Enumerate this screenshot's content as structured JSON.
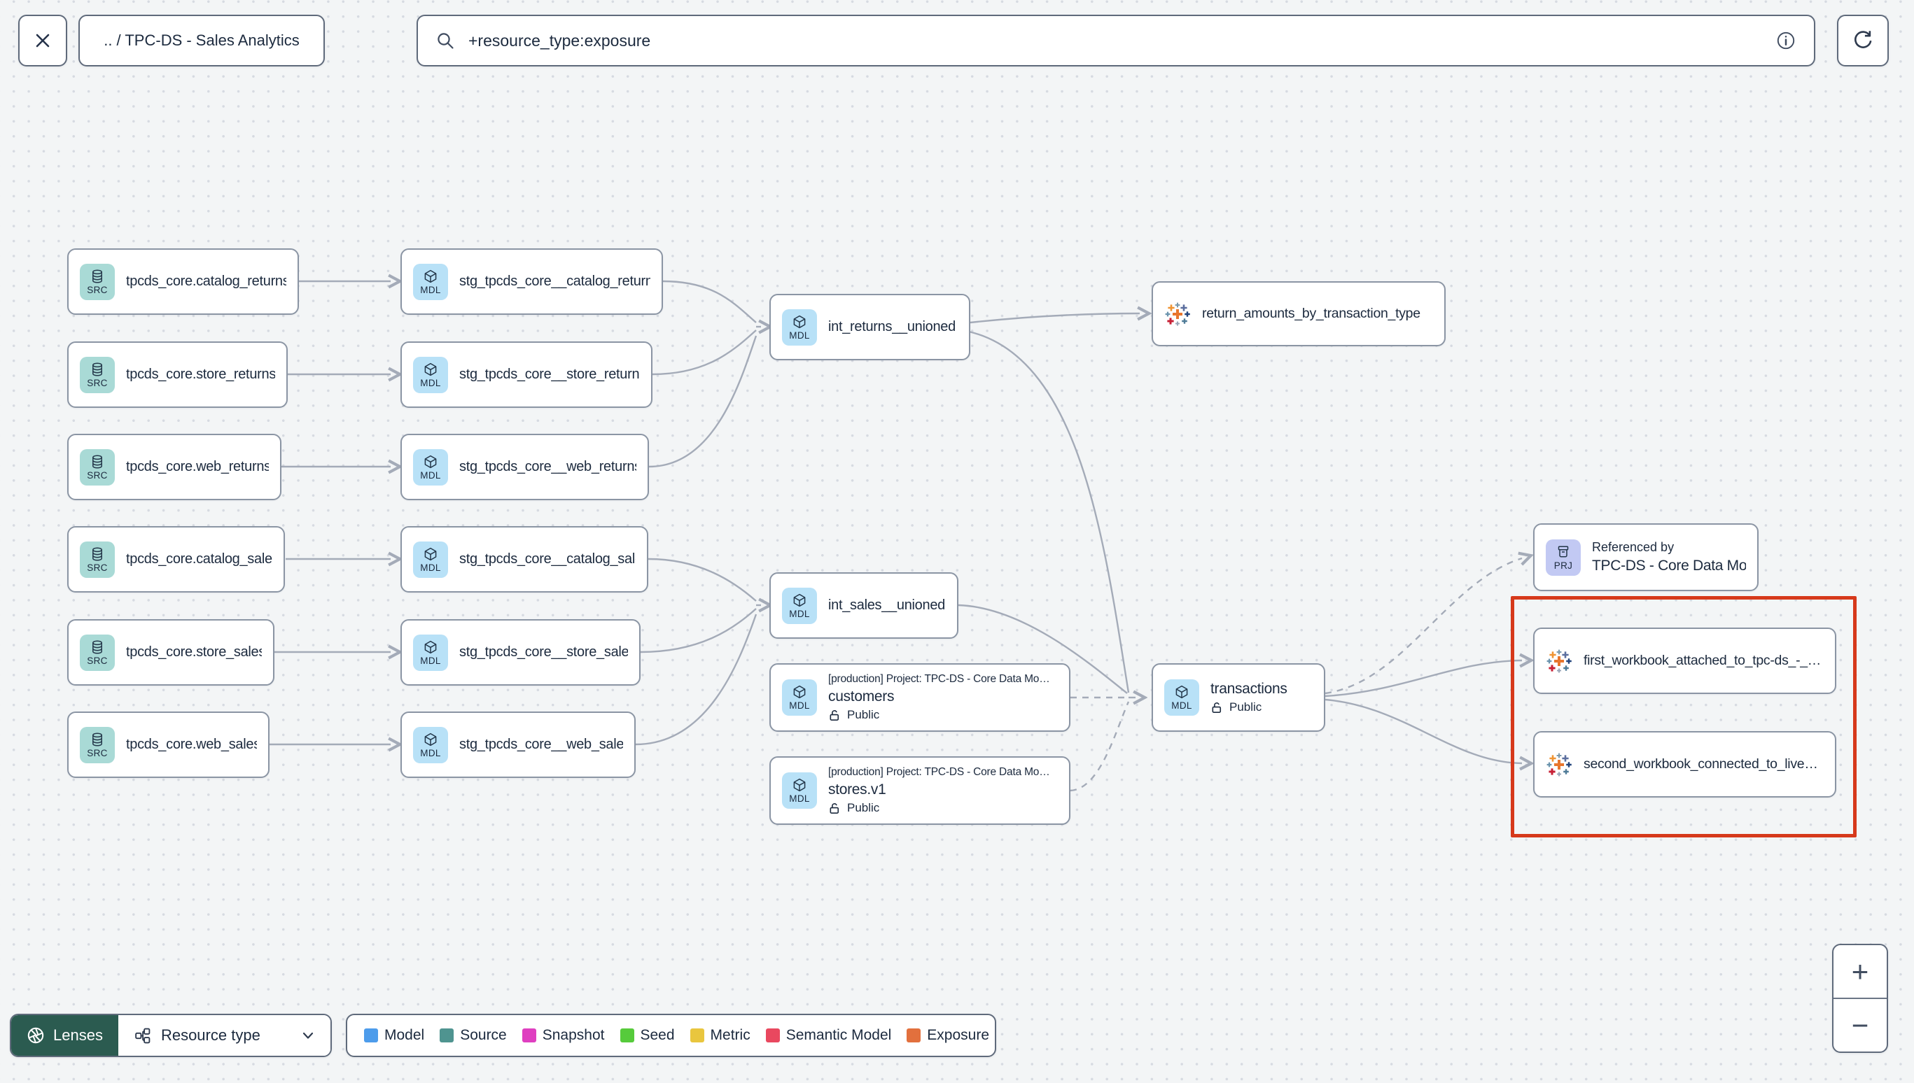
{
  "topbar": {
    "breadcrumb": ".. / TPC-DS - Sales Analytics",
    "search_value": "+resource_type:exposure"
  },
  "graph": {
    "highlight_color": "#d6391b",
    "nodes": [
      {
        "id": "src_catalog_returns",
        "kind": "source",
        "badge": "SRC",
        "title": "tpcds_core.catalog_returns"
      },
      {
        "id": "src_store_returns",
        "kind": "source",
        "badge": "SRC",
        "title": "tpcds_core.store_returns"
      },
      {
        "id": "src_web_returns",
        "kind": "source",
        "badge": "SRC",
        "title": "tpcds_core.web_returns"
      },
      {
        "id": "src_catalog_sales",
        "kind": "source",
        "badge": "SRC",
        "title": "tpcds_core.catalog_sales"
      },
      {
        "id": "src_store_sales",
        "kind": "source",
        "badge": "SRC",
        "title": "tpcds_core.store_sales"
      },
      {
        "id": "src_web_sales",
        "kind": "source",
        "badge": "SRC",
        "title": "tpcds_core.web_sales"
      },
      {
        "id": "stg_catalog_returns",
        "kind": "model",
        "badge": "MDL",
        "title": "stg_tpcds_core__catalog_returns"
      },
      {
        "id": "stg_store_returns",
        "kind": "model",
        "badge": "MDL",
        "title": "stg_tpcds_core__store_returns"
      },
      {
        "id": "stg_web_returns",
        "kind": "model",
        "badge": "MDL",
        "title": "stg_tpcds_core__web_returns"
      },
      {
        "id": "stg_catalog_sales",
        "kind": "model",
        "badge": "MDL",
        "title": "stg_tpcds_core__catalog_sales"
      },
      {
        "id": "stg_store_sales",
        "kind": "model",
        "badge": "MDL",
        "title": "stg_tpcds_core__store_sales"
      },
      {
        "id": "stg_web_sales",
        "kind": "model",
        "badge": "MDL",
        "title": "stg_tpcds_core__web_sales"
      },
      {
        "id": "int_returns",
        "kind": "model",
        "badge": "MDL",
        "title": "int_returns__unioned"
      },
      {
        "id": "int_sales",
        "kind": "model",
        "badge": "MDL",
        "title": "int_sales__unioned"
      },
      {
        "id": "customers",
        "kind": "model_detail",
        "badge": "MDL",
        "project_line": "[production] Project: TPC-DS - Core Data Mo…",
        "title": "customers",
        "access": "Public"
      },
      {
        "id": "stores",
        "kind": "model_detail",
        "badge": "MDL",
        "project_line": "[production] Project: TPC-DS - Core Data Mo…",
        "title": "stores.v1",
        "access": "Public"
      },
      {
        "id": "return_amounts",
        "kind": "exposure",
        "title": "return_amounts_by_transaction_type"
      },
      {
        "id": "transactions",
        "kind": "model_access",
        "badge": "MDL",
        "title": "transactions",
        "access": "Public"
      },
      {
        "id": "project_ref",
        "kind": "project",
        "badge": "PRJ",
        "ref_label": "Referenced by",
        "title": "TPC-DS - Core Data Models"
      },
      {
        "id": "wb1",
        "kind": "exposure",
        "title": "first_workbook_attached_to_tpc-ds_-_…"
      },
      {
        "id": "wb2",
        "kind": "exposure",
        "title": "second_workbook_connected_to_live…"
      }
    ]
  },
  "footer": {
    "lenses_label": "Lenses",
    "resource_type_label": "Resource type",
    "legend": [
      {
        "label": "Model",
        "color": "#4d9ceb"
      },
      {
        "label": "Source",
        "color": "#4f9490"
      },
      {
        "label": "Snapshot",
        "color": "#df3fc0"
      },
      {
        "label": "Seed",
        "color": "#56cb3b"
      },
      {
        "label": "Metric",
        "color": "#e9c63e"
      },
      {
        "label": "Semantic Model",
        "color": "#e9485f"
      },
      {
        "label": "Exposure",
        "color": "#e2703d"
      }
    ]
  },
  "zoom_controls": {
    "zoom_in": "+",
    "zoom_out": "−"
  }
}
